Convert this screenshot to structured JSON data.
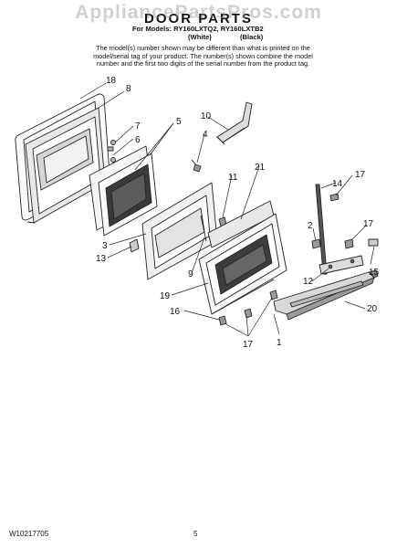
{
  "watermark": "AppliancePartsPros.com",
  "title": "DOOR PARTS",
  "models": {
    "prefix": "For Models: RY160LXTQ2, RY160LXTB2",
    "white": "(White)",
    "black": "(Black)"
  },
  "note": "The model(s) number shown may be different than what is printed on the model/serial tag of your product. The number(s) shown combine the model number and the first two digits of the serial number from the product tag.",
  "callouts": [
    "18",
    "8",
    "7",
    "6",
    "5",
    "10",
    "4",
    "11",
    "21",
    "14",
    "17",
    "3",
    "13",
    "9",
    "2",
    "17",
    "15",
    "19",
    "12",
    "16",
    "20",
    "17",
    "1"
  ],
  "footer": {
    "doc_number": "W10217705",
    "page": "5"
  }
}
